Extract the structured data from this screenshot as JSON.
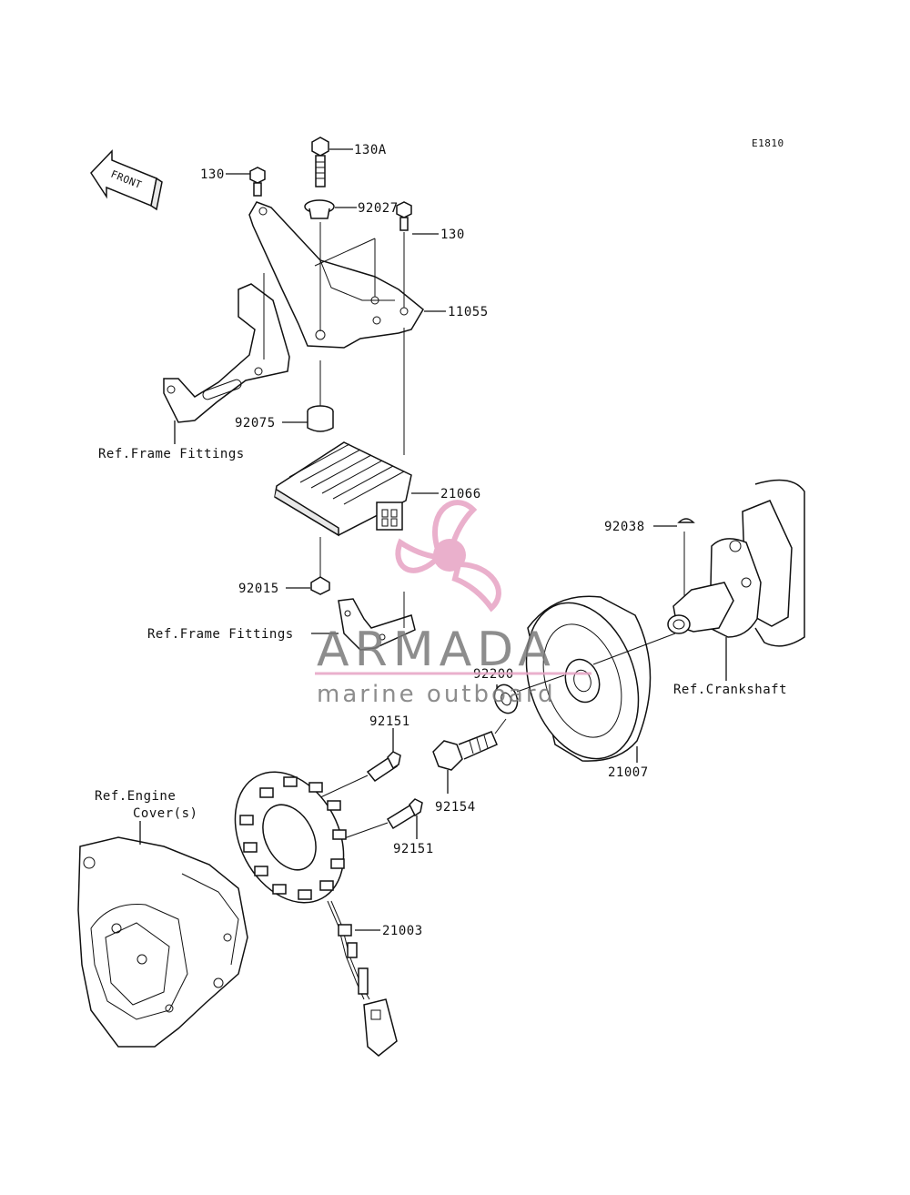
{
  "diagram_code": "E1810",
  "front_label": "FRONT",
  "labels": {
    "p130a": "130A",
    "p130_left": "130",
    "p92027": "92027",
    "p130_right": "130",
    "p11055": "11055",
    "ref_frame_1": "Ref.Frame Fittings",
    "p92075": "92075",
    "p21066": "21066",
    "p92038": "92038",
    "p92015": "92015",
    "ref_frame_2": "Ref.Frame Fittings",
    "p92200": "92200",
    "ref_crankshaft": "Ref.Crankshaft",
    "p92151_top": "92151",
    "p21007": "21007",
    "ref_engine_1": "Ref.Engine",
    "ref_engine_2": "Cover(s)",
    "p92154": "92154",
    "p92151_bottom": "92151",
    "p21003": "21003"
  },
  "watermark": {
    "brand": "ARMADA",
    "tagline": "marine outboard",
    "accent_color": "#e7a3c4"
  }
}
